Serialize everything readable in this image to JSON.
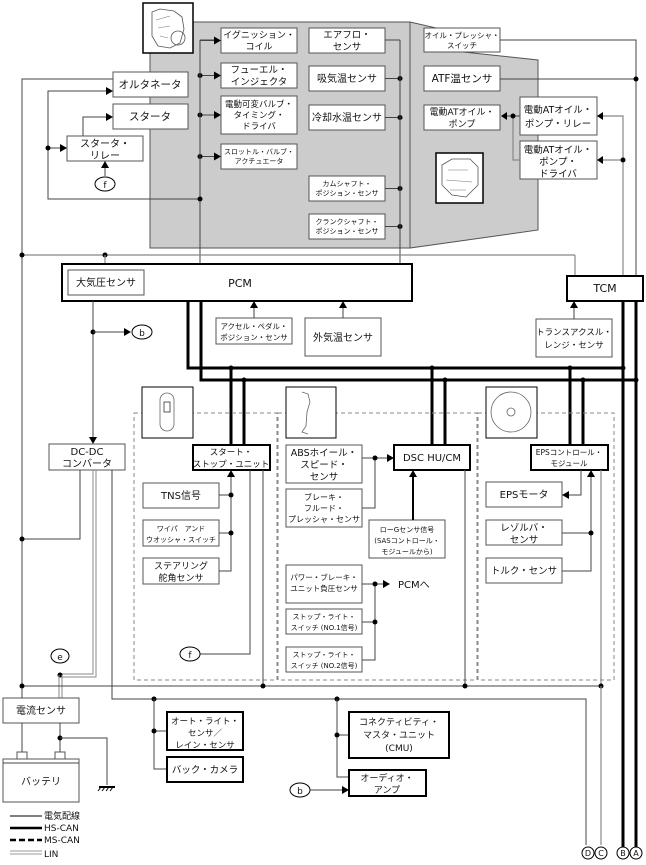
{
  "engine_group": {
    "actuators": [
      [
        "イグニッション・",
        "コイル"
      ],
      [
        "フューエル・",
        "インジェクタ"
      ],
      [
        "電動可変バルブ・",
        "タイミング・",
        "ドライバ"
      ],
      [
        "スロットル・バルブ・",
        "アクチュエータ"
      ]
    ],
    "sensors": [
      [
        "エアフロ・",
        "センサ"
      ],
      [
        "吸気温センサ"
      ],
      [
        "冷却水温センサ"
      ],
      [
        "カムシャフト・",
        "ポジション・センサ"
      ],
      [
        "クランクシャフト・",
        "ポジション・センサ"
      ]
    ],
    "alternator": "オルタネータ",
    "starter": "スタータ",
    "starter_relay": [
      "スタータ・",
      "リレー"
    ]
  },
  "transmission_group": {
    "oil_pressure_switch": [
      "オイル・プレッシャ・",
      "スイッチ"
    ],
    "atf_temp_sensor": "ATF温センサ",
    "electric_oil_pump": [
      "電動ATオイル・",
      "ポンプ"
    ],
    "oil_pump_relay": [
      "電動ATオイル・",
      "ポンプ・リレー"
    ],
    "oil_pump_driver": [
      "電動ATオイル・",
      "ポンプ・",
      "ドライバ"
    ]
  },
  "modules": {
    "pcm": "PCM",
    "tcm": "TCM",
    "baro_sensor": "大気圧センサ",
    "accel_pedal_sensor": [
      "アクセル・ペダル・",
      "ポジション・センサ"
    ],
    "ambient_temp_sensor": "外気温センサ",
    "transaxle_range_sensor": [
      "トランスアクスル・",
      "レンジ・センサ"
    ],
    "dcdc": [
      "DC-DC",
      "コンバータ"
    ]
  },
  "start_stop_group": {
    "unit": [
      "スタート・",
      "ストップ・ユニット"
    ],
    "tns": "TNS信号",
    "wiper": [
      "ワイパ　アンド",
      "ウオッシャ・スイッチ"
    ],
    "steering_angle": [
      "ステアリング",
      "舵角センサ"
    ]
  },
  "dsc_group": {
    "unit": "DSC HU/CM",
    "abs_sensor": [
      "ABSホイール・",
      "スピード・",
      "センサ"
    ],
    "brake_fluid": [
      "ブレーキ・",
      "フルード・",
      "プレッシャ・センサ"
    ],
    "low_g": [
      "ローGセンサ信号",
      "(SASコントロール・",
      "モジュールから)"
    ],
    "power_brake": [
      "パワー・ブレーキ・",
      "ユニット負圧センサ"
    ],
    "stop_light1": [
      "ストップ・ライト・",
      "スイッチ (NO.1信号)"
    ],
    "stop_light2": [
      "ストップ・ライト・",
      "スイッチ (NO.2信号)"
    ],
    "to_pcm": "PCMへ"
  },
  "eps_group": {
    "unit": [
      "EPSコントロール・",
      "モジュール"
    ],
    "motor": "EPSモータ",
    "resolver": [
      "レゾルバ・",
      "センサ"
    ],
    "torque": "トルク・センサ"
  },
  "bottom": {
    "current_sensor": "電流センサ",
    "battery": "バッテリ",
    "auto_light": [
      "オート・ライト・",
      "センサ／",
      "レイン・センサ"
    ],
    "back_camera": "バック・カメラ",
    "cmu": [
      "コネクティビティ・",
      "マスタ・ユニット",
      "(CMU)"
    ],
    "audio": [
      "オーディオ・",
      "アンプ"
    ]
  },
  "connectors": {
    "b": "b",
    "e": "e",
    "f": "f",
    "A": "A",
    "B": "B",
    "C": "C",
    "D": "D"
  },
  "legend": [
    {
      "style": "wire",
      "label": "電気配線"
    },
    {
      "style": "hs-can",
      "label": "HS-CAN"
    },
    {
      "style": "ms-can",
      "label": "MS-CAN"
    },
    {
      "style": "lin",
      "label": "LIN"
    }
  ]
}
